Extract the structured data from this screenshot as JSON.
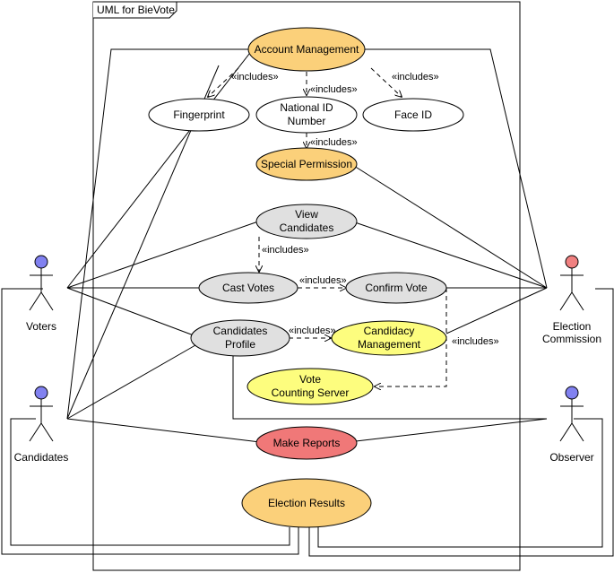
{
  "frame": {
    "title": "UML for BieVote"
  },
  "actors": {
    "voters": {
      "name": "Voters",
      "head_color": "#8181f0"
    },
    "candidates": {
      "name": "Candidates",
      "head_color": "#8181f0"
    },
    "election_commission": {
      "name_line1": "Election",
      "name_line2": "Commission",
      "head_color": "#f08080"
    },
    "observer": {
      "name": "Observer",
      "head_color": "#8181f0"
    }
  },
  "use_cases": {
    "account_management": {
      "lines": [
        "Account Management"
      ],
      "fill": "#fbd07a"
    },
    "fingerprint": {
      "lines": [
        "Fingerprint"
      ],
      "fill": "#ffffff"
    },
    "national_id": {
      "lines": [
        "National ID",
        "Number"
      ],
      "fill": "#ffffff"
    },
    "face_id": {
      "lines": [
        "Face ID"
      ],
      "fill": "#ffffff"
    },
    "special_permission": {
      "lines": [
        "Special Permission"
      ],
      "fill": "#fbd07a"
    },
    "view_candidates": {
      "lines": [
        "View",
        "Candidates"
      ],
      "fill": "#e0e0e0"
    },
    "cast_votes": {
      "lines": [
        "Cast Votes"
      ],
      "fill": "#e0e0e0"
    },
    "confirm_vote": {
      "lines": [
        "Confirm Vote"
      ],
      "fill": "#e0e0e0"
    },
    "candidates_profile": {
      "lines": [
        "Candidates",
        "Profile"
      ],
      "fill": "#e0e0e0"
    },
    "candidacy_management": {
      "lines": [
        "Candidacy",
        "Management"
      ],
      "fill": "#fdfd7e"
    },
    "vote_counting_server": {
      "lines": [
        "Vote",
        "Counting Server"
      ],
      "fill": "#fdfd7e"
    },
    "make_reports": {
      "lines": [
        "Make Reports"
      ],
      "fill": "#f07878"
    },
    "election_results": {
      "lines": [
        "Election Results"
      ],
      "fill": "#fbd07a"
    }
  },
  "relation_labels": {
    "includes": "«includes»"
  }
}
